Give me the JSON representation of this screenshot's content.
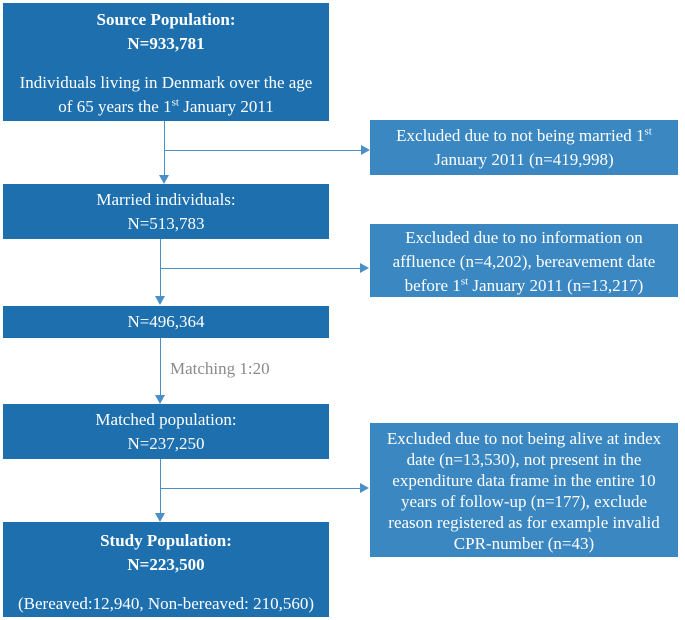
{
  "source": {
    "title": "Source Population:",
    "n": "N=933,781",
    "desc_line1": "Individuals living in Denmark over the age",
    "desc_line2_pre": "of 65 years the 1",
    "desc_line2_sup": "st",
    "desc_line2_post": " January 2011"
  },
  "excluded1": {
    "line1_pre": "Excluded due to not being married 1",
    "line1_sup": "st",
    "line2": "January 2011 (n=419,998)"
  },
  "married": {
    "title": "Married individuals:",
    "n": "N=513,783"
  },
  "excluded2": {
    "line1": "Excluded due to no information on",
    "line2": "affluence (n=4,202), bereavement date",
    "line3_pre": "before 1",
    "line3_sup": "st",
    "line3_post": " January 2011 (n=13,217)"
  },
  "step3": {
    "n": "N=496,364"
  },
  "matching_label": "Matching 1:20",
  "matched": {
    "title": "Matched population:",
    "n": "N=237,250"
  },
  "excluded3": {
    "line1": "Excluded due to not being alive at index",
    "line2": "date (n=13,530), not present in the",
    "line3": "expenditure data frame in the entire 10",
    "line4": "years of follow-up (n=177), exclude",
    "line5": "reason registered as for example invalid",
    "line6": "CPR-number (n=43)"
  },
  "study": {
    "title": "Study Population:",
    "n": "N=223,500",
    "detail": "(Bereaved:12,940, Non-bereaved: 210,560)"
  }
}
